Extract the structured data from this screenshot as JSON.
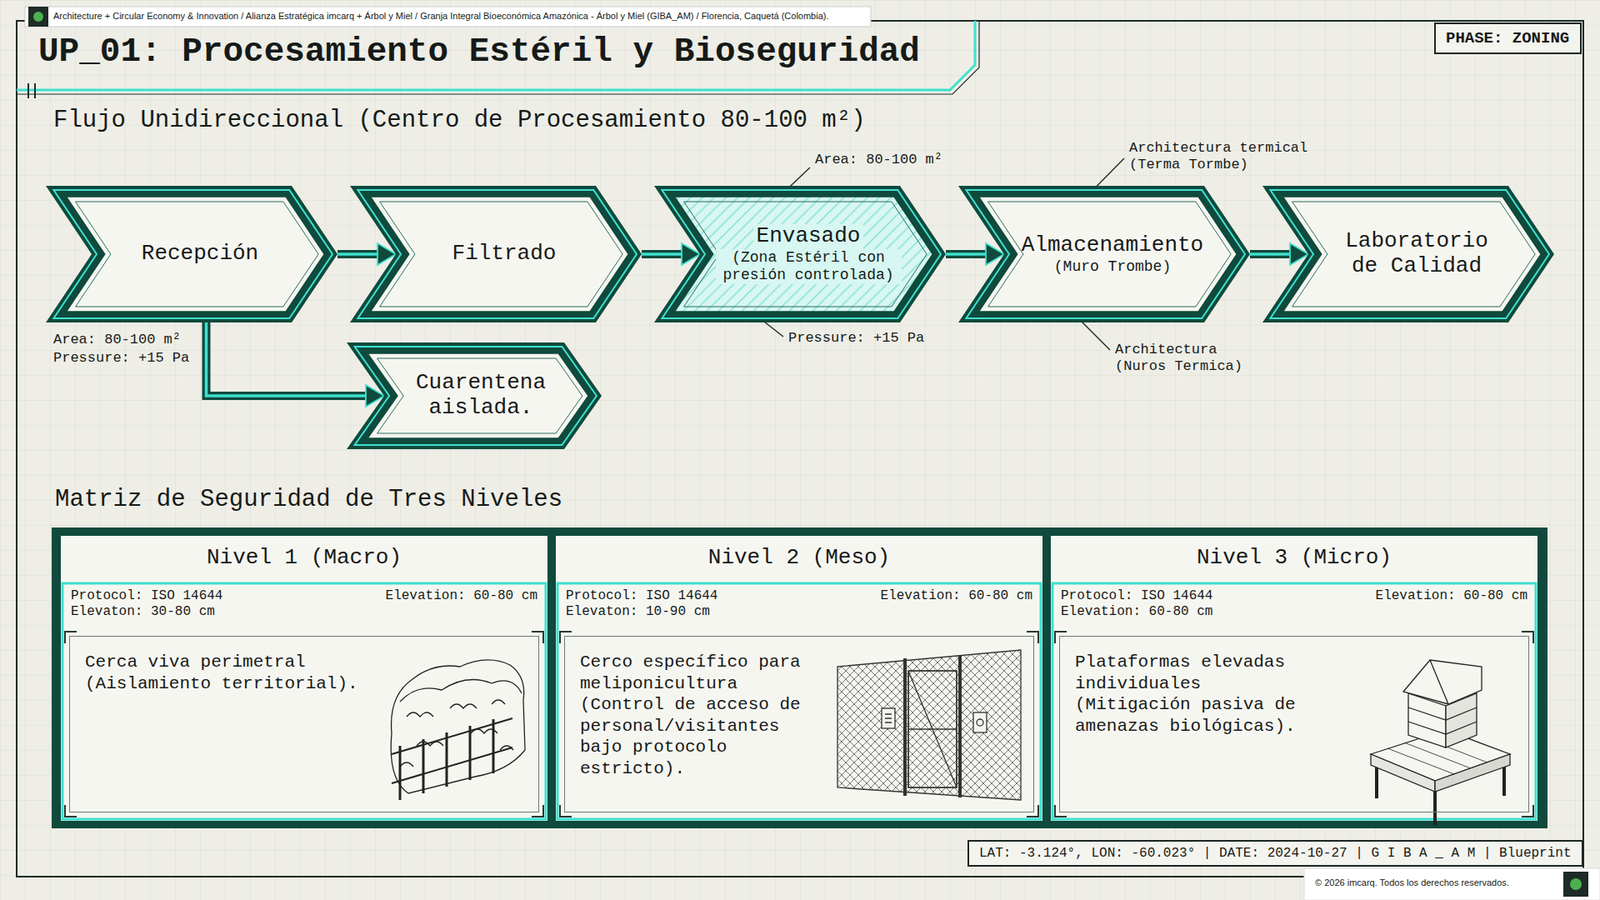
{
  "diagram": {
    "title": "UP_01: Procesamiento Estéril y Bioseguridad",
    "nodes": [
      {
        "text": [
          "PHASE: ZONING"
        ]
      },
      {
        "text": [
          "Recepción"
        ]
      },
      {
        "text": [
          "Filtrado"
        ]
      },
      {
        "text": [
          "Envasado",
          "(Zona Estéril con presión controlada)"
        ]
      },
      {
        "text": [
          "Almacenamiento",
          "(Muro Trombe)"
        ]
      },
      {
        "text": [
          "Laboratorio de Calidad"
        ]
      },
      {
        "text": [
          "Cuarentena aislada."
        ]
      },
      {
        "text": [
          "Nivel 1 (Macro)",
          "Protocol: ISO 14644",
          "Elevaton: 30-80 cm",
          "Elevation: 60-80 cm"
        ]
      },
      {
        "text": [
          "Cerca viva perimetral (Aislamiento territorial)."
        ],
        "in": 7
      },
      {
        "text": [
          "Nivel 2 (Meso)",
          "Protocol: ISO 14644",
          "Elevaton: 10-90 cm",
          "Elevation: 60-80 cm"
        ]
      },
      {
        "text": [
          "Cerco específico para meliponicultura (Control de acceso de personal/visitantes bajo protocolo estricto)."
        ],
        "in": 9
      },
      {
        "text": [
          "Nivel 3 (Micro)",
          "Protocol: ISO 14644",
          "Elevation: 60-80 cm",
          "Elevation: 60-80 cm"
        ]
      },
      {
        "text": [
          "Plataformas elevadas individuales (Mitigación pasiva de amenazas biológicas)."
        ],
        "in": 11
      },
      {
        "text": [
          "LAT: -3.124°, LON: -60.023° | DATE: 2024-10-27 | G I B A _ A M | Blueprint"
        ]
      }
    ],
    "edges": [
      {
        "from": 1,
        "to": 2,
        "arrow": "to"
      },
      {
        "from": 2,
        "to": 3,
        "arrow": "to"
      },
      {
        "from": 3,
        "to": 4,
        "arrow": "to"
      },
      {
        "from": 4,
        "to": 5,
        "arrow": "to"
      },
      {
        "from": 1,
        "to": 6,
        "arrow": "to"
      }
    ],
    "labels": [
      "Architecture + Circular Economy & Innovation / Alianza Estratégica imcarq + Árbol y Miel / Granja Integral Bioeconómica Amazónica - Árbol y Miel (GIBA_AM) / Florencia, Caquetá (Colombia).",
      "Flujo Unidireccional (Centro de Procesamiento 80-100 m²)",
      "Area: 80-100 m²",
      "Pressure: +15 Pa",
      "Architectura termical (Terma Tormbe)",
      "Architectura (Nuros Termica)",
      "Area: 80-100 m²",
      "Pressure: +15 Pa",
      "Matriz de Seguridad de Tres Niveles",
      "© 2026 imcarq. Todos los derechos reservados."
    ]
  }
}
